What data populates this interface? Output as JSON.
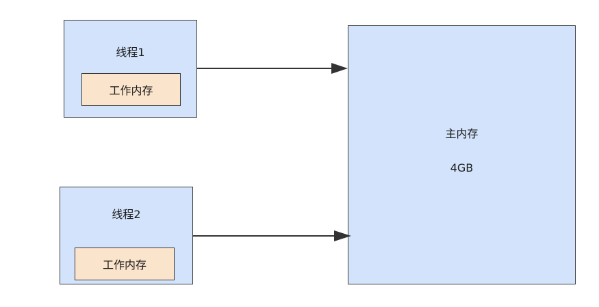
{
  "threads": [
    {
      "title": "线程1",
      "work_memory": "工作内存"
    },
    {
      "title": "线程2",
      "work_memory": "工作内存"
    }
  ],
  "main_memory": {
    "title": "主内存",
    "size": "4GB"
  },
  "colors": {
    "box_fill": "#d2e3fb",
    "work_memory_fill": "#fbe4cc",
    "stroke": "#3a3a3a"
  }
}
